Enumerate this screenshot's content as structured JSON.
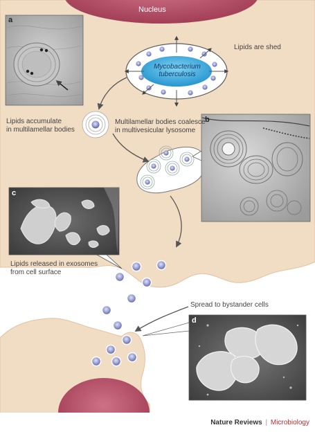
{
  "labels": {
    "nucleus": "Nucleus",
    "lipids_shed": "Lipids are shed",
    "bacterium_line1": "Mycobacterium",
    "bacterium_line2": "tuberculosis",
    "accumulate_line1": "Lipids accumulate",
    "accumulate_line2": "in multilamellar bodies",
    "coalesce_line1": "Multilamellar bodies coalesce",
    "coalesce_line2": "in multivesicular lysosome",
    "exosomes_line1": "Lipids released in exosomes",
    "exosomes_line2": "from cell surface",
    "spread": "Spread to bystander cells"
  },
  "panels": {
    "a": "a",
    "b": "b",
    "c": "c",
    "d": "d"
  },
  "footer": {
    "journal": "Nature Reviews",
    "separator": "|",
    "section": "Microbiology"
  },
  "colors": {
    "cell_fill": "#f1dcc4",
    "cell_stroke": "#e2c2a2",
    "nucleus": "#b0485e",
    "bacterium": "#35a8dc",
    "vesicle": "#8e93c9",
    "arrow": "#555555",
    "footer_accent": "#b5312e"
  }
}
